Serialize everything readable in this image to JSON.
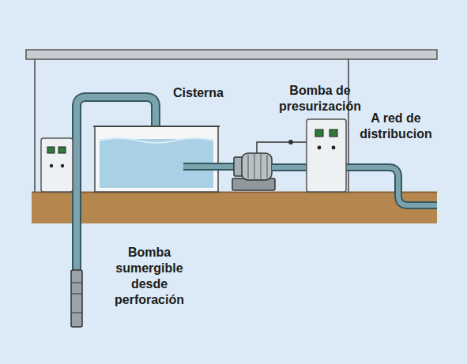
{
  "diagram": {
    "labels": [
      "Cisterna",
      "Bomba de presurización",
      "A red de distribucion",
      "Bomba sumergible desde perforación"
    ]
  }
}
